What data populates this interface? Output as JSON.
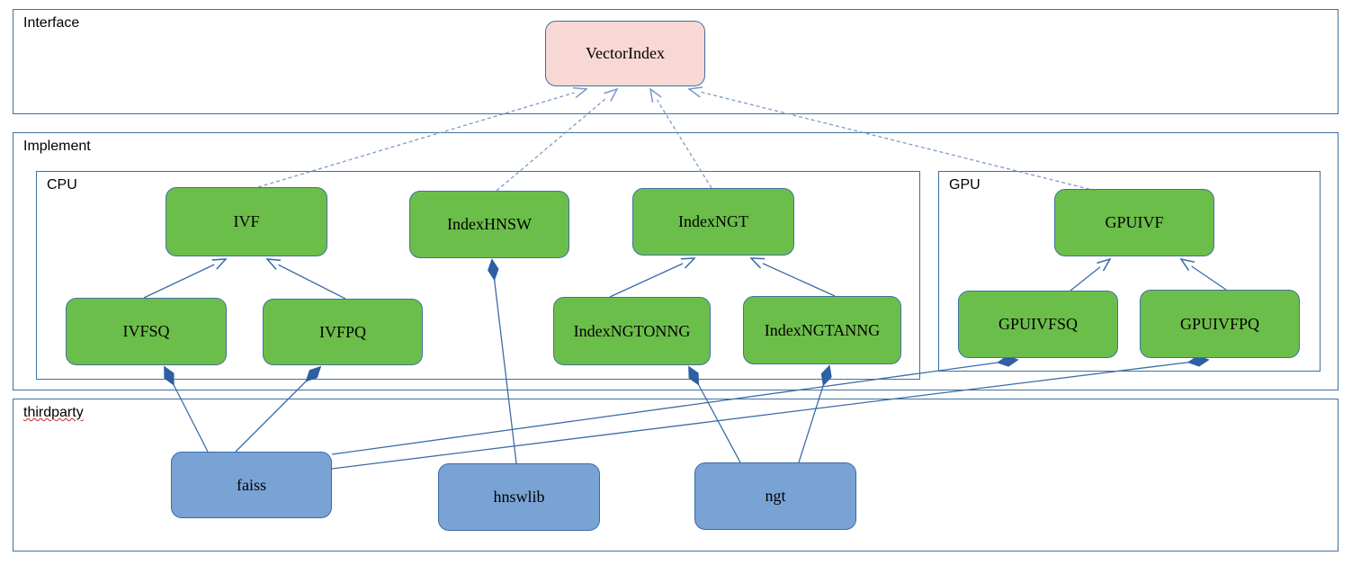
{
  "containers": {
    "interface": {
      "label": "Interface"
    },
    "implement": {
      "label": "Implement"
    },
    "cpu": {
      "label": "CPU"
    },
    "gpu": {
      "label": "GPU"
    },
    "thirdparty": {
      "label": "thirdparty"
    }
  },
  "nodes": {
    "vectorindex": {
      "label": "VectorIndex",
      "group": "interface"
    },
    "ivf": {
      "label": "IVF",
      "group": "implement-cpu"
    },
    "indexhnsw": {
      "label": "IndexHNSW",
      "group": "implement-cpu"
    },
    "indexngt": {
      "label": "IndexNGT",
      "group": "implement-cpu"
    },
    "ivfsq": {
      "label": "IVFSQ",
      "group": "implement-cpu"
    },
    "ivfpq": {
      "label": "IVFPQ",
      "group": "implement-cpu"
    },
    "indexngtonng": {
      "label": "IndexNGTONNG",
      "group": "implement-cpu"
    },
    "indexngtanng": {
      "label": "IndexNGTANNG",
      "group": "implement-cpu"
    },
    "gpuivf": {
      "label": "GPUIVF",
      "group": "implement-gpu"
    },
    "gpuivfsq": {
      "label": "GPUIVFSQ",
      "group": "implement-gpu"
    },
    "gpuivfpq": {
      "label": "GPUIVFPQ",
      "group": "implement-gpu"
    },
    "faiss": {
      "label": "faiss",
      "group": "thirdparty"
    },
    "hnswlib": {
      "label": "hnswlib",
      "group": "thirdparty"
    },
    "ngt": {
      "label": "ngt",
      "group": "thirdparty"
    }
  },
  "edges": [
    {
      "from": "IVF",
      "to": "VectorIndex",
      "type": "realization-dashed-open-arrow"
    },
    {
      "from": "IndexHNSW",
      "to": "VectorIndex",
      "type": "realization-dashed-open-arrow"
    },
    {
      "from": "IndexNGT",
      "to": "VectorIndex",
      "type": "realization-dashed-open-arrow"
    },
    {
      "from": "GPUIVF",
      "to": "VectorIndex",
      "type": "realization-dashed-open-arrow"
    },
    {
      "from": "IVFSQ",
      "to": "IVF",
      "type": "generalization-open-arrow"
    },
    {
      "from": "IVFPQ",
      "to": "IVF",
      "type": "generalization-open-arrow"
    },
    {
      "from": "IndexNGTONNG",
      "to": "IndexNGT",
      "type": "generalization-open-arrow"
    },
    {
      "from": "IndexNGTANNG",
      "to": "IndexNGT",
      "type": "generalization-open-arrow"
    },
    {
      "from": "GPUIVFSQ",
      "to": "GPUIVF",
      "type": "generalization-open-arrow"
    },
    {
      "from": "GPUIVFPQ",
      "to": "GPUIVF",
      "type": "generalization-open-arrow"
    },
    {
      "from": "faiss",
      "to": "IVFSQ",
      "type": "composition-filled-diamond"
    },
    {
      "from": "faiss",
      "to": "IVFPQ",
      "type": "composition-filled-diamond"
    },
    {
      "from": "faiss",
      "to": "GPUIVFSQ",
      "type": "composition-filled-diamond"
    },
    {
      "from": "faiss",
      "to": "GPUIVFPQ",
      "type": "composition-filled-diamond"
    },
    {
      "from": "hnswlib",
      "to": "IndexHNSW",
      "type": "composition-filled-diamond"
    },
    {
      "from": "ngt",
      "to": "IndexNGTONNG",
      "type": "composition-filled-diamond"
    },
    {
      "from": "ngt",
      "to": "IndexNGTANNG",
      "type": "composition-filled-diamond"
    }
  ],
  "colors": {
    "interface_node_fill": "#f8d8d5",
    "implement_node_fill": "#6cbe4a",
    "thirdparty_node_fill": "#7aa3d5",
    "node_border": "#41719c",
    "container_border": "#41719c",
    "connector_solid": "#3c6ca8",
    "connector_dashed": "#7d9ac9",
    "diamond_fill": "#2e5fa3",
    "spellcheck_underline": "#cc2222",
    "text": "#000000"
  }
}
